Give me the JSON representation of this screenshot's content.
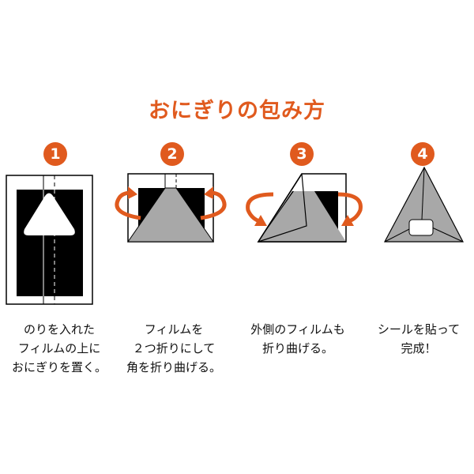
{
  "title": "おにぎりの包み方",
  "colors": {
    "accent": "#e05a1e",
    "film_gray": "#a8a8a8",
    "nori_black": "#000000"
  },
  "steps": [
    {
      "number": "1",
      "caption_lines": [
        "のりを入れた",
        "フィルムの上に",
        "おにぎりを置く。"
      ]
    },
    {
      "number": "2",
      "caption_lines": [
        "フィルムを",
        "２つ折りにして",
        "角を折り曲げる。"
      ]
    },
    {
      "number": "3",
      "caption_lines": [
        "外側のフィルムも",
        "折り曲げる。"
      ]
    },
    {
      "number": "4",
      "caption_lines": [
        "シールを貼って",
        "完成！"
      ]
    }
  ]
}
